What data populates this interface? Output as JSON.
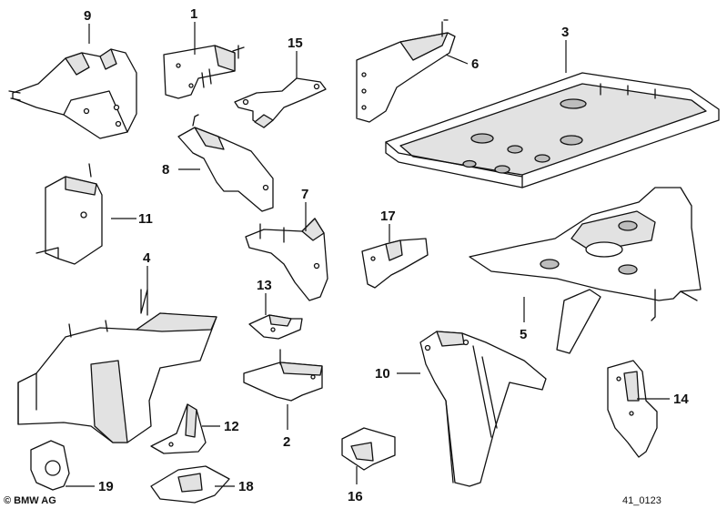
{
  "diagram": {
    "callouts": [
      {
        "id": "1",
        "label": "1"
      },
      {
        "id": "2",
        "label": "2"
      },
      {
        "id": "3",
        "label": "3"
      },
      {
        "id": "4",
        "label": "4"
      },
      {
        "id": "5",
        "label": "5"
      },
      {
        "id": "6",
        "label": "6"
      },
      {
        "id": "7",
        "label": "7"
      },
      {
        "id": "8",
        "label": "8"
      },
      {
        "id": "9",
        "label": "9"
      },
      {
        "id": "10",
        "label": "10"
      },
      {
        "id": "11",
        "label": "11"
      },
      {
        "id": "12",
        "label": "12"
      },
      {
        "id": "13",
        "label": "13"
      },
      {
        "id": "14",
        "label": "14"
      },
      {
        "id": "15",
        "label": "15"
      },
      {
        "id": "16",
        "label": "16"
      },
      {
        "id": "17",
        "label": "17"
      },
      {
        "id": "18",
        "label": "18"
      },
      {
        "id": "19",
        "label": "19"
      }
    ],
    "copyright": "© BMW AG",
    "diagram_code": "41_0123"
  }
}
